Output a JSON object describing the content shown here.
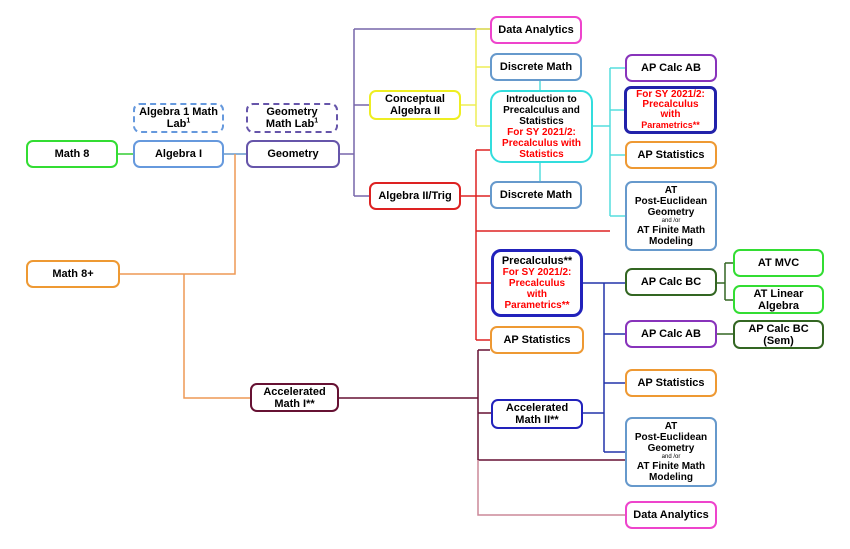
{
  "boxes": {
    "math8": {
      "label": "Math 8",
      "color": "#33dd33"
    },
    "math8plus": {
      "label": "Math 8+",
      "color": "#ee9933"
    },
    "algebra1": {
      "label": "Algebra I",
      "color": "#6699dd"
    },
    "alg1lab": {
      "label": "Algebra 1 Math Lab",
      "sup": "1",
      "color": "#6699dd"
    },
    "geometry": {
      "label": "Geometry",
      "color": "#6655aa"
    },
    "geolab": {
      "label1": "Geometry",
      "label2": "Math Lab",
      "sup": "1",
      "color": "#6655aa"
    },
    "concalg2": {
      "label1": "Conceptual",
      "label2": "Algebra II",
      "color": "#eeee22"
    },
    "alg2trig": {
      "label": "Algebra II/Trig",
      "color": "#dd2222"
    },
    "dataanalytics_top": {
      "label": "Data Analytics",
      "color": "#ee44cc"
    },
    "discrete_top": {
      "label": "Discrete Math",
      "color": "#6699cc"
    },
    "intro_precalc": {
      "label1": "Introduction to",
      "label2": "Precalculus and",
      "label3": "Statistics",
      "note1": "For SY 2021/2:",
      "note2": "Precalculus with",
      "note3": "Statistics",
      "color": "#33dddd"
    },
    "discrete_mid": {
      "label": "Discrete Math",
      "color": "#6699cc"
    },
    "apcalcab_top": {
      "label": "AP Calc AB",
      "color": "#8833bb"
    },
    "sy_precalc_param": {
      "note1": "For SY 2021/2:",
      "note2": "Precalculus",
      "note3": "with",
      "note4": "Parametrics**",
      "color": "#2222aa"
    },
    "apstats_top": {
      "label": "AP Statistics",
      "color": "#ee9933"
    },
    "at_top": {
      "label1": "AT",
      "label2": "Post-Euclidean",
      "label3": "Geometry",
      "small": "and /or",
      "label4": "AT Finite Math",
      "label5": "Modeling",
      "color": "#6699cc"
    },
    "precalc": {
      "label1": "Precalculus**",
      "note1": "For SY 2021/2:",
      "note2": "Precalculus",
      "note3": "with",
      "note4": "Parametrics**",
      "color": "#2222bb"
    },
    "apstats_mid": {
      "label": "AP Statistics",
      "color": "#ee9933"
    },
    "apcalcbc": {
      "label": "AP Calc BC",
      "color": "#336622"
    },
    "atmvc": {
      "label": "AT MVC",
      "color": "#33dd33"
    },
    "atlinalg": {
      "label1": "AT Linear",
      "label2": "Algebra",
      "color": "#33dd33"
    },
    "apcalcab_mid": {
      "label": "AP Calc AB",
      "color": "#8833bb"
    },
    "apcalcbc_sem": {
      "label1": "AP Calc BC",
      "label2": "(Sem)",
      "color": "#336622"
    },
    "apstats_bot": {
      "label": "AP Statistics",
      "color": "#ee9933"
    },
    "accel1": {
      "label1": "Accelerated",
      "label2": "Math I**",
      "color": "#661133"
    },
    "accel2": {
      "label1": "Accelerated",
      "label2": "Math II**",
      "color": "#2222bb"
    },
    "at_bot": {
      "label1": "AT",
      "label2": "Post-Euclidean",
      "label3": "Geometry",
      "small": "and /or",
      "label4": "AT Finite Math",
      "label5": "Modeling",
      "color": "#6699cc"
    },
    "dataanalytics_bot": {
      "label": "Data Analytics",
      "color": "#ee44cc"
    }
  },
  "line_colors": {
    "math8": "#33cc33",
    "orange": "#ee9955",
    "blue": "#6699cc",
    "purple": "#7766aa",
    "yellow": "#eeee55",
    "red": "#dd2222",
    "cyan": "#55dddd",
    "navy": "#2233aa",
    "maroon": "#661133",
    "pink": "#cc8899",
    "green": "#336622"
  }
}
